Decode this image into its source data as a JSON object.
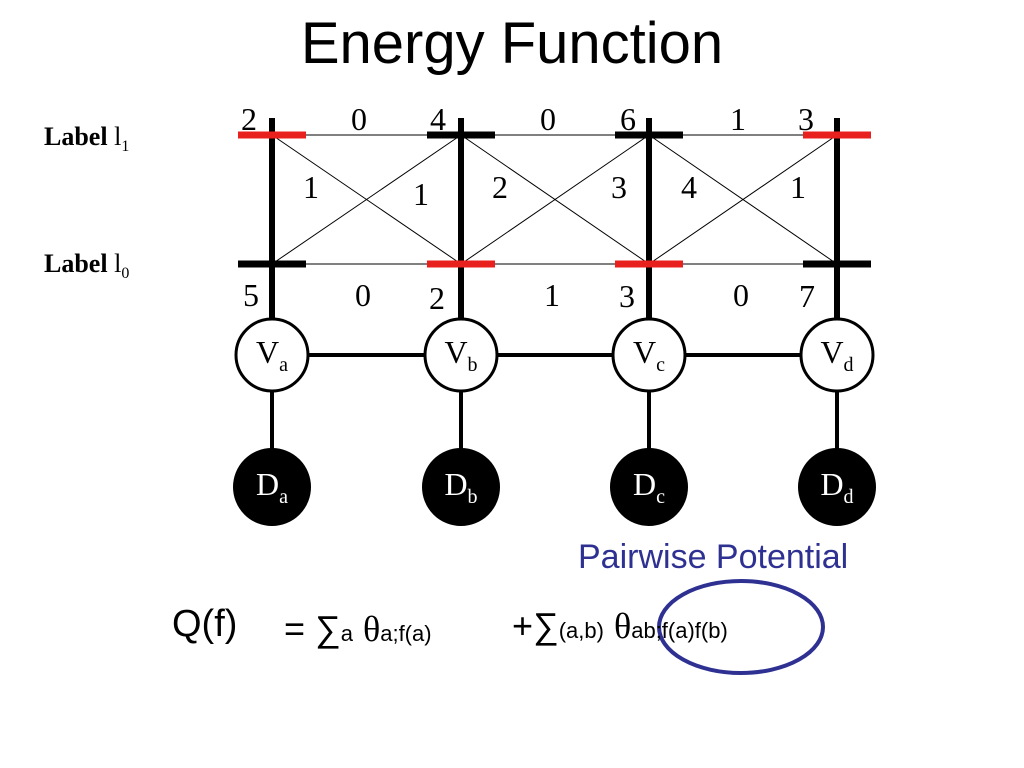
{
  "title": "Energy Function",
  "labels": {
    "row1_prefix": "Label",
    "row1_l": "l",
    "row1_sub": "1",
    "row0_prefix": "Label",
    "row0_l": "l",
    "row0_sub": "0"
  },
  "unary_top": [
    "2",
    "4",
    "6",
    "3"
  ],
  "unary_bottom": [
    "5",
    "2",
    "3",
    "7"
  ],
  "pairwise_top": [
    "0",
    "0",
    "1"
  ],
  "pairwise_bottom": [
    "0",
    "1",
    "0"
  ],
  "pairwise_cross_down": [
    "1",
    "2",
    "4"
  ],
  "pairwise_cross_up": [
    "1",
    "3",
    "1"
  ],
  "variables": [
    {
      "main": "V",
      "sub": "a"
    },
    {
      "main": "V",
      "sub": "b"
    },
    {
      "main": "V",
      "sub": "c"
    },
    {
      "main": "V",
      "sub": "d"
    }
  ],
  "data_nodes": [
    {
      "main": "D",
      "sub": "a"
    },
    {
      "main": "D",
      "sub": "b"
    },
    {
      "main": "D",
      "sub": "c"
    },
    {
      "main": "D",
      "sub": "d"
    }
  ],
  "selected_labels": [
    "l1",
    "l0",
    "l0",
    "l1"
  ],
  "annotation": "Pairwise Potential",
  "formula": {
    "lhs": "Q(f)",
    "eq": "= ",
    "sum1": "∑",
    "sum1_sub": "a",
    "theta1": "θ",
    "theta1_sub": "a;f(a)",
    "plus": "+",
    "sum2": "∑",
    "sum2_sub": "(a,b)",
    "theta2": "θ",
    "theta2_sub": "ab;f(a)f(b)"
  },
  "colors": {
    "highlight": "#e8201e",
    "accent": "#2e3192",
    "line": "#000000"
  }
}
